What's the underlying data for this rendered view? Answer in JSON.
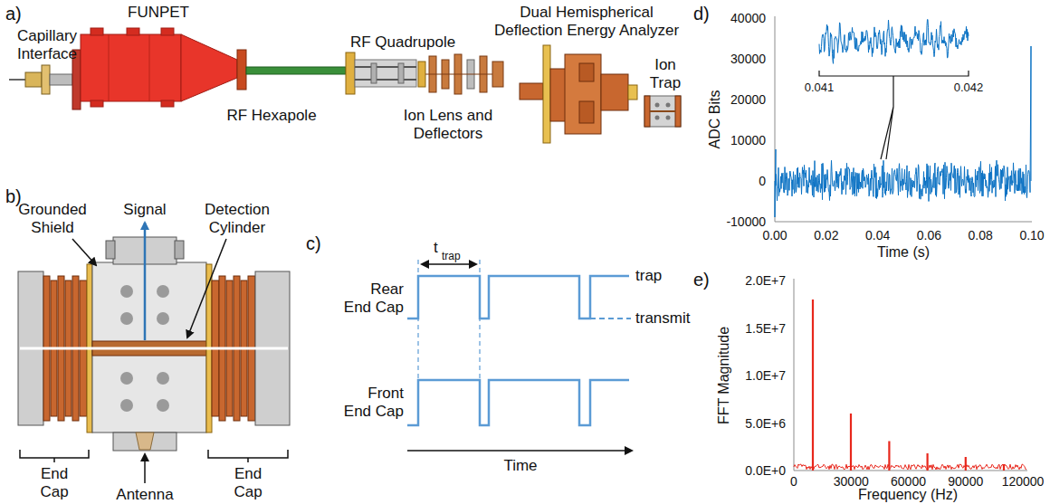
{
  "diagram": {
    "labels": [
      "a)",
      "Capillary Interface",
      "FUNPET",
      "RF Quadrupole",
      "Dual Hemispherical Deflection Energy Analyzer",
      "Ion Trap",
      "RF Hexapole",
      "Ion Lens and Deflectors",
      "b)",
      "Grounded Shield",
      "Signal",
      "Detection Cylinder",
      "End Cap",
      "End Cap",
      "Antenna",
      "c)",
      "t",
      "trap",
      "Rear End Cap",
      "Front End Cap",
      "trap",
      "transmit",
      "Time",
      "d)",
      "ADC Bits",
      "40000",
      "30000",
      "20000",
      "10000",
      "0",
      "-10000",
      "0.00",
      "0.02",
      "0.04",
      "0.06",
      "0.08",
      "0.10",
      "Time (s)",
      "0.041",
      "0.042",
      "e)",
      "FFT Magnitude",
      "2.0E+7",
      "1.5E+7",
      "1.0E+7",
      "5.0E+6",
      "0.0E+0",
      "0",
      "30000",
      "60000",
      "90000",
      "120000",
      "Frequency (Hz)"
    ]
  }
}
